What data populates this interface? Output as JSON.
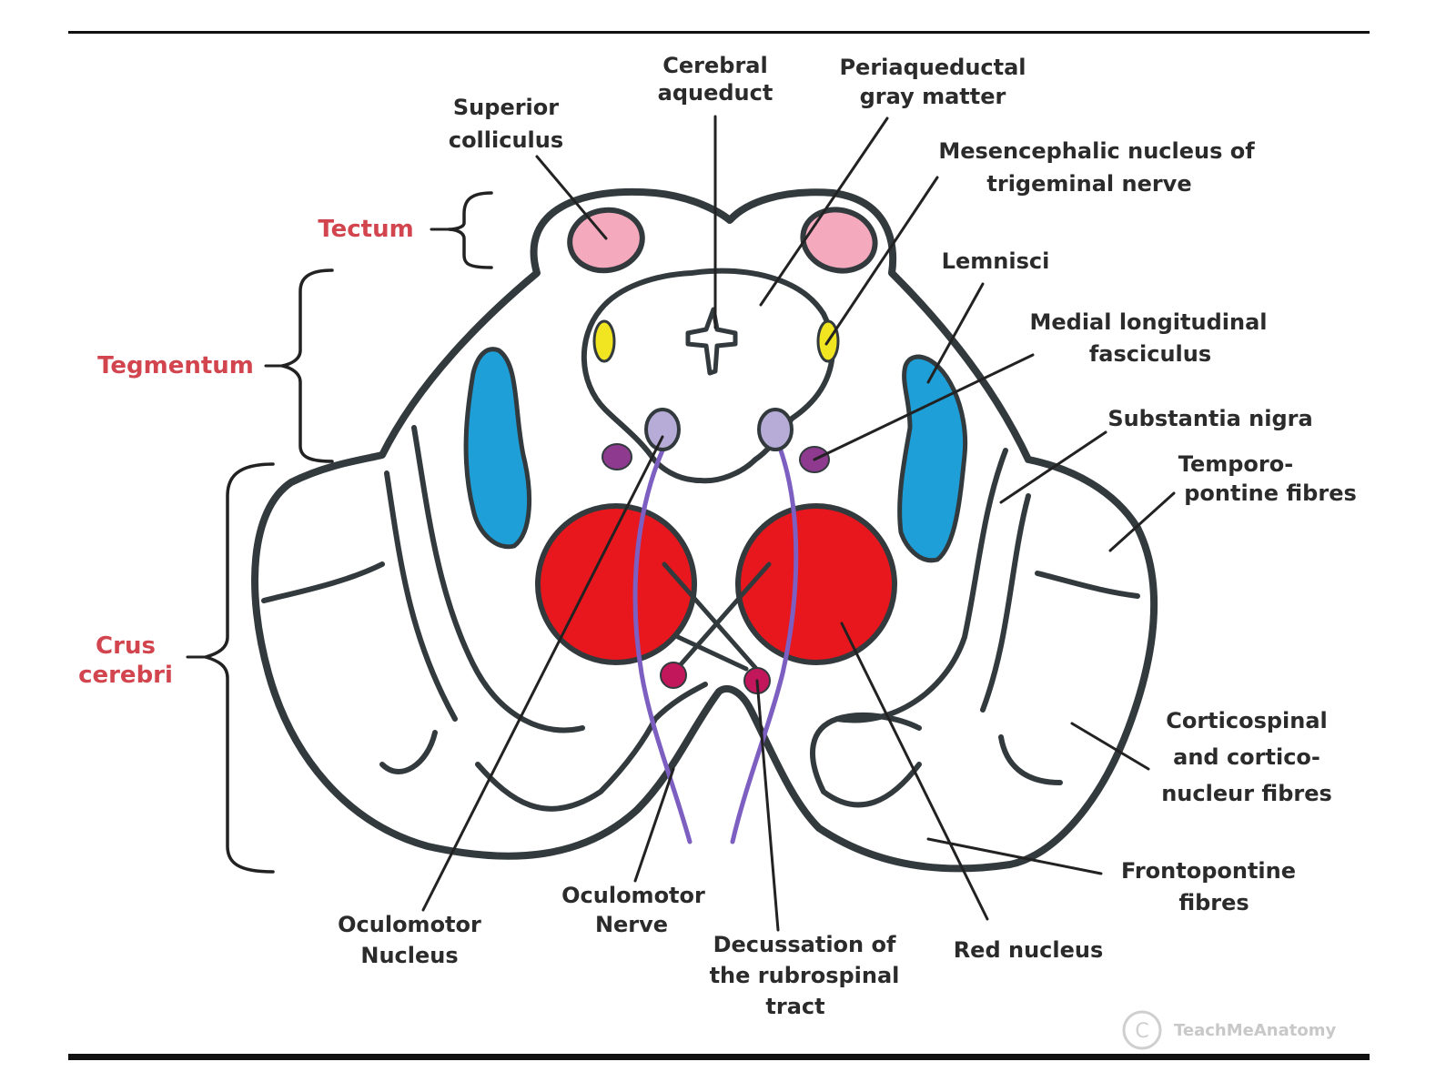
{
  "diagram": {
    "regions": {
      "tectum": "Tectum",
      "tegmentum": "Tegmentum",
      "crus_line1": "Crus",
      "crus_line2": "cerebri"
    },
    "labels": {
      "superior_colliculus": [
        "Superior",
        "colliculus"
      ],
      "cerebral_aqueduct": [
        "Cerebral",
        "aqueduct"
      ],
      "periaqueductal": [
        "Periaqueductal",
        "gray matter"
      ],
      "mesencephalic": [
        "Mesencephalic nucleus of",
        "trigeminal nerve"
      ],
      "lemnisci": [
        "Lemnisci"
      ],
      "mlf": [
        "Medial longitudinal",
        "fasciculus"
      ],
      "substantia_nigra": [
        "Substantia nigra"
      ],
      "temporopontine": [
        "Temporo-",
        "pontine fibres"
      ],
      "corticospinal": [
        "Corticospinal",
        "and cortico-",
        "nucleur fibres"
      ],
      "frontopontine": [
        "Frontopontine",
        "fibres"
      ],
      "red_nucleus": [
        "Red nucleus"
      ],
      "decussation": [
        "Decussation of",
        "the rubrospinal",
        "tract"
      ],
      "oculomotor_nerve": [
        "Oculomotor",
        "Nerve"
      ],
      "oculomotor_nucleus": [
        "Oculomotor",
        "Nucleus"
      ]
    },
    "watermark": "TeachMeAnatomy",
    "colors": {
      "outline": "#333a3d",
      "superior_colliculus": "#f4a9bd",
      "mesencephalic_nucleus": "#f1e421",
      "substantia_nigra": "#1e9fd8",
      "red_nucleus": "#e8171d",
      "oculomotor_nucleus": "#b7acd8",
      "mlf": "#8d3a8f",
      "decussation_dots": "#c2185b",
      "nerve_fibres": "#7c5fc0",
      "region_label": "#d2454e"
    }
  }
}
